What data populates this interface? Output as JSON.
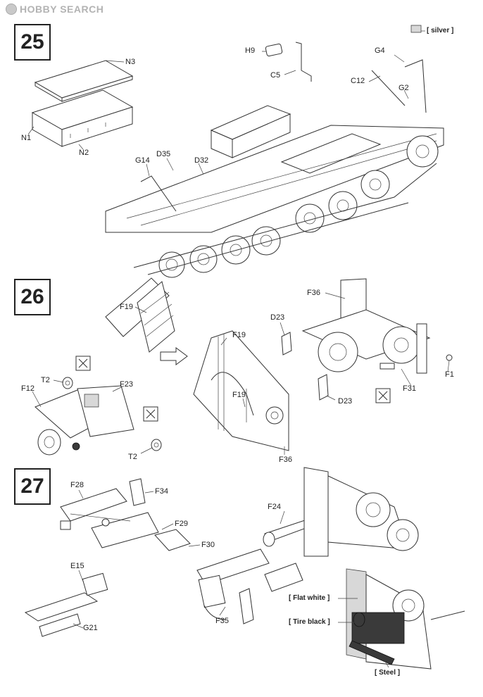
{
  "watermark": {
    "text": "HOBBY SEARCH",
    "icon": "hobby-search-logo"
  },
  "steps": [
    {
      "number": "25",
      "labels": [
        "N3",
        "N1",
        "N2",
        "H9",
        "C5",
        "G4",
        "C12",
        "G2",
        "G14",
        "D35",
        "D32"
      ],
      "paint": [
        "[ silver ]"
      ]
    },
    {
      "number": "26",
      "labels": [
        "F19",
        "T2",
        "F12",
        "F23",
        "T2",
        "F19",
        "F19",
        "F36",
        "F36",
        "D23",
        "F1",
        "F31",
        "D23"
      ],
      "paint": []
    },
    {
      "number": "27",
      "labels": [
        "F28",
        "F34",
        "F29",
        "F30",
        "F24",
        "E15",
        "G21",
        "F35"
      ],
      "paint": [
        "[ Flat white ]",
        "[ Tire black ]",
        "[ Steel ]"
      ]
    }
  ],
  "icons": {
    "cut": "cutter-icon",
    "arrow": "arrow-icon"
  }
}
